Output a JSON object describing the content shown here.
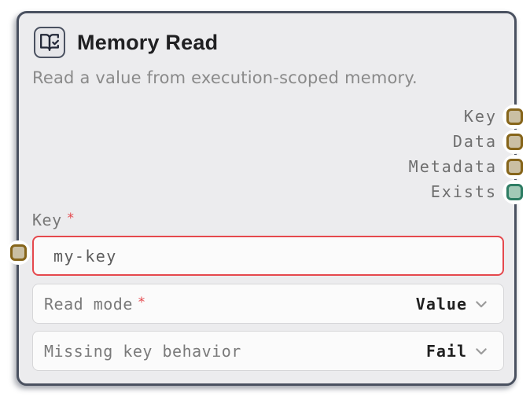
{
  "node": {
    "title": "Memory Read",
    "subtitle": "Read a value from execution-scoped memory.",
    "icon": "book-open-check-icon"
  },
  "ui": {
    "required_marker": "*"
  },
  "outputs": [
    {
      "label": "Key",
      "kind": "data"
    },
    {
      "label": "Data",
      "kind": "data"
    },
    {
      "label": "Metadata",
      "kind": "data"
    },
    {
      "label": "Exists",
      "kind": "boolean"
    }
  ],
  "input_port": {
    "kind": "data"
  },
  "fields": {
    "key": {
      "label": "Key",
      "required": true,
      "value": "my-key"
    },
    "read_mode": {
      "label": "Read mode",
      "required": true,
      "value": "Value"
    },
    "missing_key_behavior": {
      "label": "Missing key behavior",
      "required": false,
      "value": "Fail"
    }
  },
  "colors": {
    "card_background": "#ececee",
    "card_border": "#4a5160",
    "error_border": "#e5484d",
    "required_asterisk": "#e5484d",
    "port_data_fill": "#cabfa3",
    "port_data_border": "#86651a",
    "port_boolean_fill": "#a3c9b7",
    "port_boolean_border": "#2e7d64"
  }
}
